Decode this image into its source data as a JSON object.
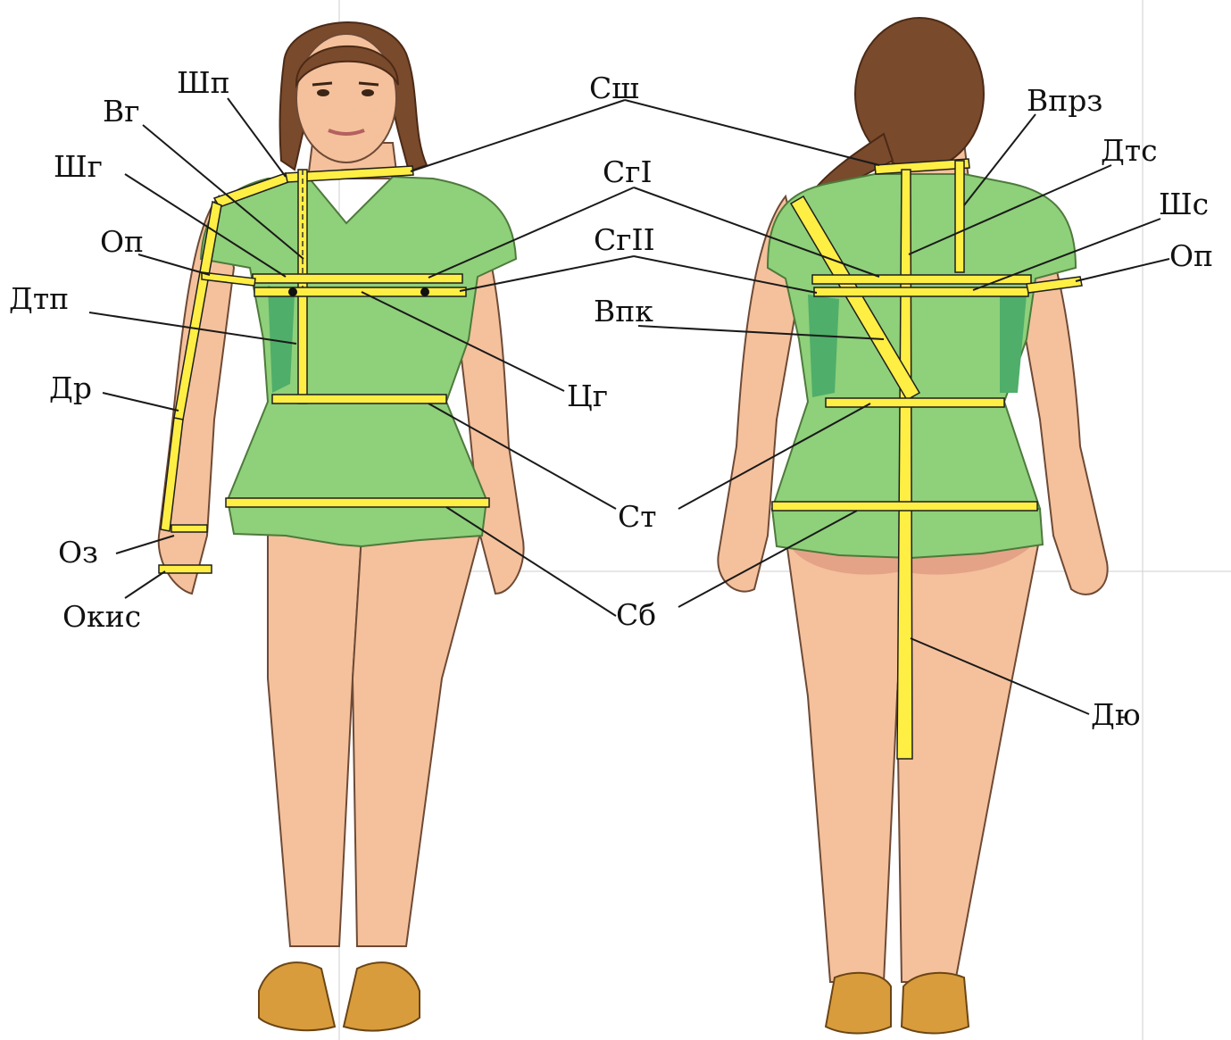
{
  "diagram": {
    "colors": {
      "tape": "#ffee44",
      "shirt": "#8fd07a",
      "skin": "#f4c19c",
      "hair": "#7a4a2c",
      "shoes": "#d89c3c"
    },
    "labels": {
      "shp": "Шп",
      "vg": "Вг",
      "shg": "Шг",
      "op_front": "Оп",
      "dtp": "Дтп",
      "dr": "Др",
      "oz": "Оз",
      "okis": "Окис",
      "ssh": "Сш",
      "sg1": "СгI",
      "sg2": "СгII",
      "vpk": "Впк",
      "cg": "Цг",
      "st": "Ст",
      "sb": "Сб",
      "vprz": "Впрз",
      "dts": "Дтс",
      "shs": "Шс",
      "op_back": "Оп",
      "dyu": "Дю"
    }
  }
}
